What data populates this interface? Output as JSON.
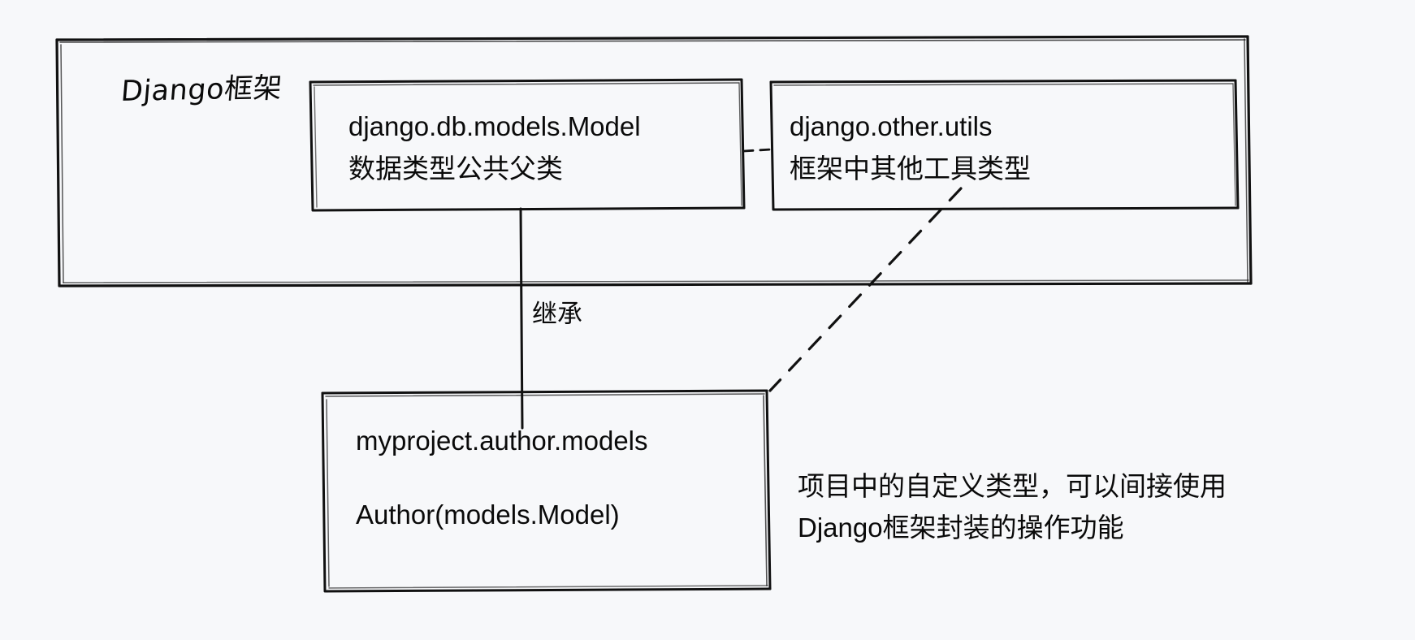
{
  "diagram": {
    "title_label": "Django框架",
    "background_color": "#f7f8fa",
    "stroke_color": "#111111",
    "outer_container": {
      "name": "django-framework-container",
      "label": "Django框架"
    },
    "boxes": [
      {
        "id": "django-models-model",
        "lines": [
          "django.db.models.Model",
          "数据类型公共父类"
        ]
      },
      {
        "id": "django-other-utils",
        "lines": [
          "django.other.utils",
          "框架中其他工具类型"
        ]
      },
      {
        "id": "myproject-author-models",
        "lines": [
          "myproject.author.models",
          "Author(models.Model)"
        ]
      }
    ],
    "connectors": [
      {
        "id": "inheritance-connector",
        "label": "继承",
        "style": "solid",
        "from": "django-models-model",
        "to": "myproject-author-models"
      },
      {
        "id": "usage-connector",
        "label": "",
        "style": "dashed",
        "from": "django-other-utils",
        "to": "myproject-author-models"
      },
      {
        "id": "sibling-connector",
        "label": "",
        "style": "dashed",
        "from": "django-models-model",
        "to": "django-other-utils"
      }
    ],
    "annotations": [
      {
        "id": "custom-type-note",
        "lines": [
          "项目中的自定义类型，可以间接使用",
          "Django框架封装的操作功能"
        ]
      }
    ]
  }
}
